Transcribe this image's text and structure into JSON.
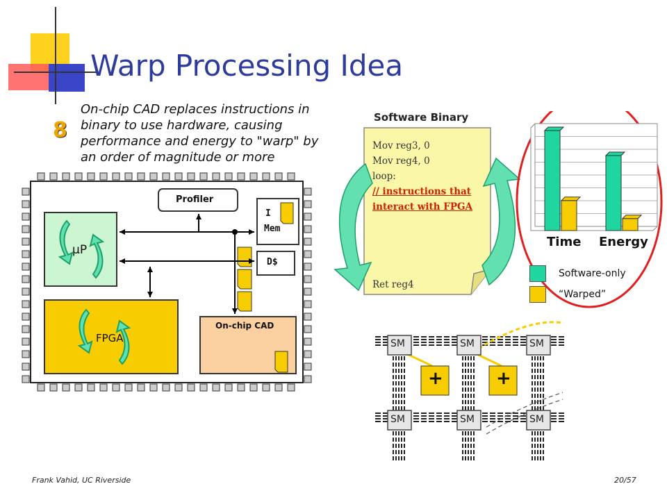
{
  "slide": {
    "title": "Warp Processing Idea",
    "step_number": "8",
    "description": "On-chip CAD replaces instructions in binary to use hardware, causing performance and energy to \"warp\" by an order of magnitude or more",
    "footer_author": "Frank Vahid, UC Riverside",
    "footer_page": "20/57"
  },
  "chip": {
    "profiler_label": "Profiler",
    "imem_label_1": "I",
    "imem_label_2": "Mem",
    "dcache_label": "D$",
    "up_label": "µP",
    "fpga_label": "FPGA",
    "cad_label": "On-chip CAD"
  },
  "binary": {
    "title": "Software Binary",
    "lines": [
      "Mov reg3, 0",
      "Mov reg4, 0",
      "loop:",
      "// instructions that",
      "interact with FPGA",
      "Ret reg4"
    ]
  },
  "chart_data": {
    "type": "bar",
    "categories": [
      "Time",
      "Energy"
    ],
    "series": [
      {
        "name": "Software-only",
        "values": [
          1.0,
          0.75
        ]
      },
      {
        "name": "“Warped”",
        "values": [
          0.3,
          0.12
        ]
      }
    ],
    "ylim": [
      0,
      1
    ],
    "grid": true,
    "legend": "bottom",
    "colors": {
      "Software-only": "#1fd6a0",
      "Warped": "#f7cc00"
    }
  },
  "fabric": {
    "sm_label": "SM",
    "adder_label": "+"
  },
  "colors": {
    "title": "#2d3c9c",
    "chip_bg": "#ffffff",
    "up_fill": "#ccf5d2",
    "fpga_fill": "#f7cc00",
    "cad_fill": "#fbd0a0",
    "binary_fill": "#fbf7a8",
    "arrow_green": "#62e0b0",
    "ellipse": "#e02020"
  }
}
